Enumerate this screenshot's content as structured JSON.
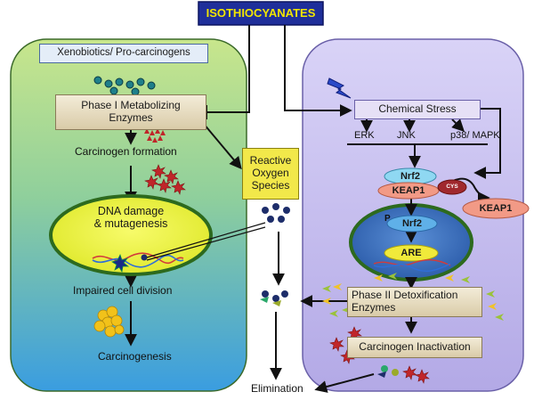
{
  "title": "ISOTHIOCYANATES",
  "left_panel": {
    "xenobiotics": "Xenobiotics/ Pro-carcinogens",
    "phase1": [
      "Phase I Metabolizing",
      "Enzymes"
    ],
    "carcinogen_formation": "Carcinogen formation",
    "dna_damage": [
      "DNA damage",
      "& mutagenesis"
    ],
    "impaired": "Impaired cell division",
    "carcinogenesis": "Carcinogenesis"
  },
  "ros": [
    "Reactive",
    "Oxygen",
    "Species"
  ],
  "right_panel": {
    "chemical_stress": "Chemical Stress",
    "kinases": [
      "ERK",
      "JNK",
      "p38/ MAPK"
    ],
    "nrf2": "Nrf2",
    "keap1": "KEAP1",
    "cys": "CYS",
    "keap1_released": "KEAP1",
    "phospho": "P",
    "nrf2_nucleus": "Nrf2",
    "are": "ARE",
    "phase2": [
      "Phase II Detoxification",
      "Enzymes"
    ],
    "inactivation": "Carcinogen Inactivation"
  },
  "elimination": "Elimination",
  "colors": {
    "title_bg": "#1f2f9a",
    "title_text": "#f2e600",
    "left_panel_top": "#c2e28a",
    "left_panel_bottom": "#3f9fe0",
    "right_panel": "#c7bfee",
    "nucleus": "#eaf237",
    "nucleus_border": "#2d6a1e",
    "box_fill": "#e6dcc2",
    "ros_fill": "#f2e84a",
    "nrf2": "#8fd8f2",
    "keap1": "#f29a86"
  }
}
